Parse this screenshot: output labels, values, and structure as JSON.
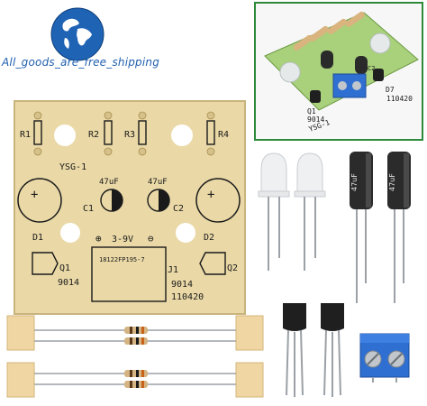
{
  "store": {
    "name": "All_goods_are_free_shipping",
    "logo_icon": "globe-icon"
  },
  "inset_board": {
    "labels": {
      "q1": "Q1",
      "q1_part": "9014",
      "d7": "D7",
      "model": "YSG-1",
      "date": "110420",
      "c2": "C2"
    }
  },
  "pcb": {
    "labels": {
      "r1": "R1",
      "r2": "R2",
      "r3": "R3",
      "r4": "R4",
      "model": "YSG-1",
      "cap1_value": "47uF",
      "cap2_value": "47uF",
      "c1": "C1",
      "c2": "C2",
      "d1": "D1",
      "d2": "D2",
      "voltage": "3-9V",
      "plus": "⊕",
      "minus": "⊖",
      "chip": "18122FP195-7",
      "j1": "J1",
      "q1": "Q1",
      "q2": "Q2",
      "q1_part": "9014",
      "q2_part": "9014",
      "date": "110420"
    },
    "colors": {
      "board": "#ead9a7",
      "copper": "#d7c18a",
      "silk": "#1a1a1a"
    }
  },
  "parts": {
    "cap_label": "47uF",
    "colors": {
      "cap_body": "#2b2b2b",
      "terminal": "#2f6fd1",
      "resistor": "#d4b483",
      "tape": "#f0d6a2"
    }
  }
}
